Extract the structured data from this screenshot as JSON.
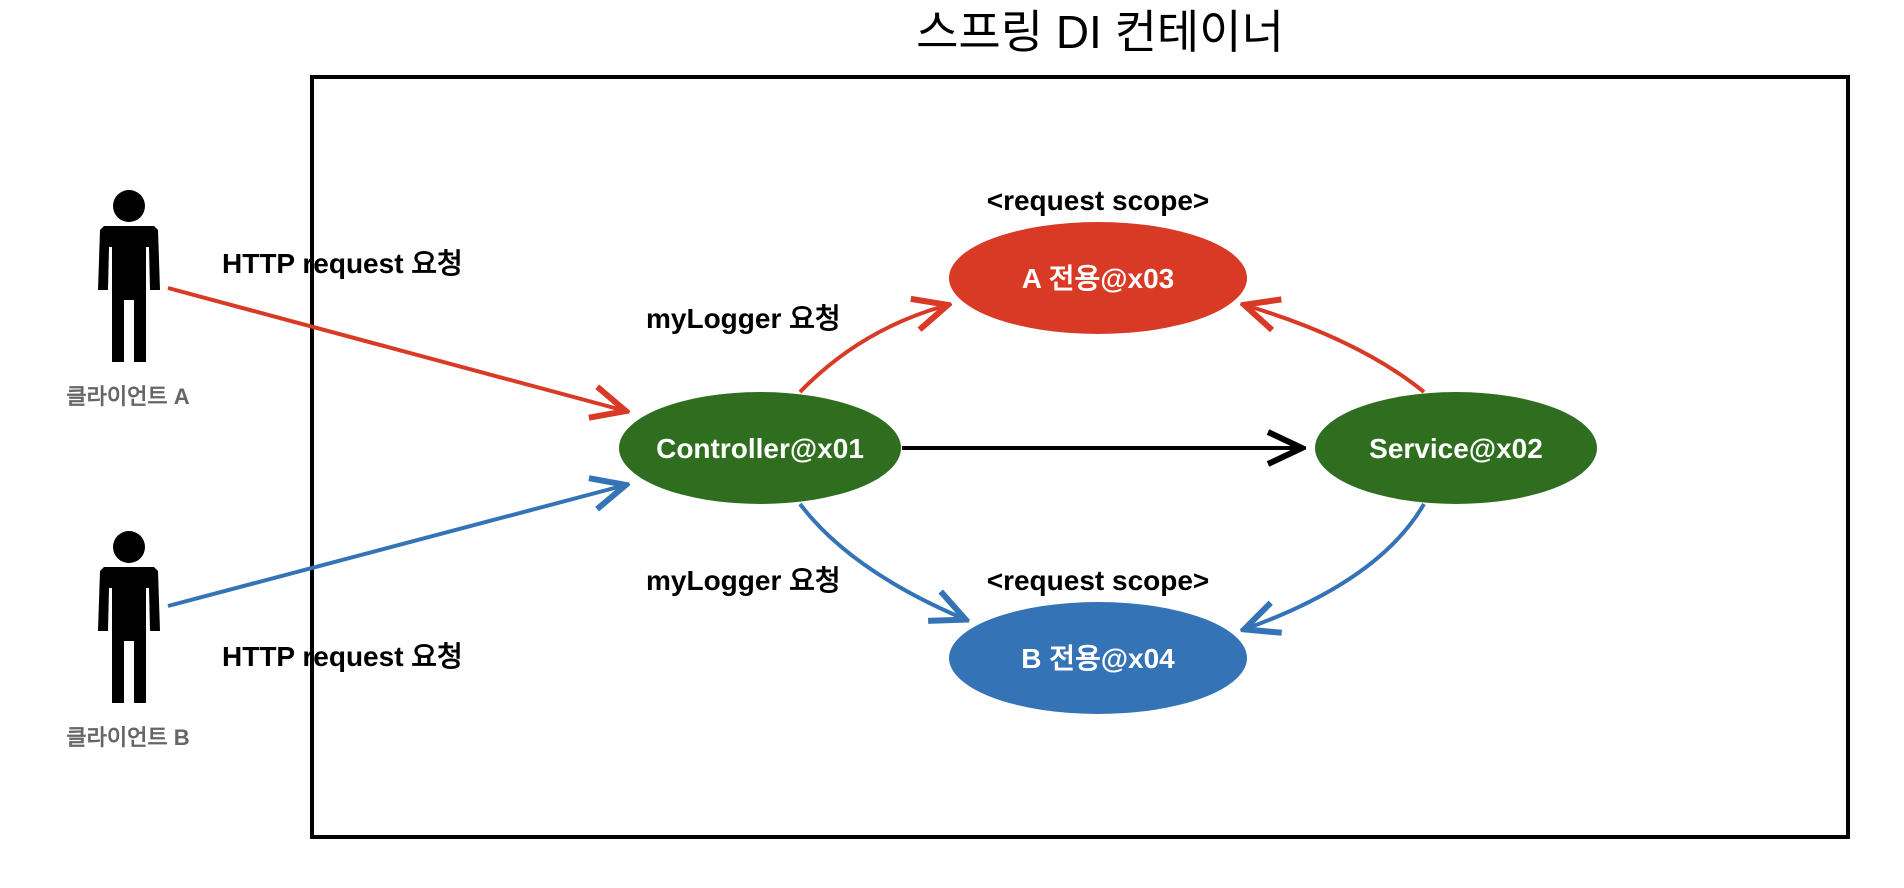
{
  "title": "스프링 DI 컨테이너",
  "clients": [
    {
      "label": "클라이언트 A",
      "request_label": "HTTP request 요청"
    },
    {
      "label": "클라이언트 B",
      "request_label": "HTTP request 요청"
    }
  ],
  "nodes": {
    "controller": {
      "label": "Controller@x01",
      "color": "#2f6e1f"
    },
    "service": {
      "label": "Service@x02",
      "color": "#2f6e1f"
    },
    "logger_a": {
      "label": "A 전용@x03",
      "color": "#d83a25",
      "scope_label": "<request scope>"
    },
    "logger_b": {
      "label": "B 전용@x04",
      "color": "#3473b6",
      "scope_label": "<request scope>"
    }
  },
  "edge_labels": {
    "controller_to_a": "myLogger 요청",
    "controller_to_b": "myLogger 요청"
  },
  "colors": {
    "client_a_flow": "#d83a25",
    "client_b_flow": "#3473b6",
    "dependency": "#000000"
  }
}
